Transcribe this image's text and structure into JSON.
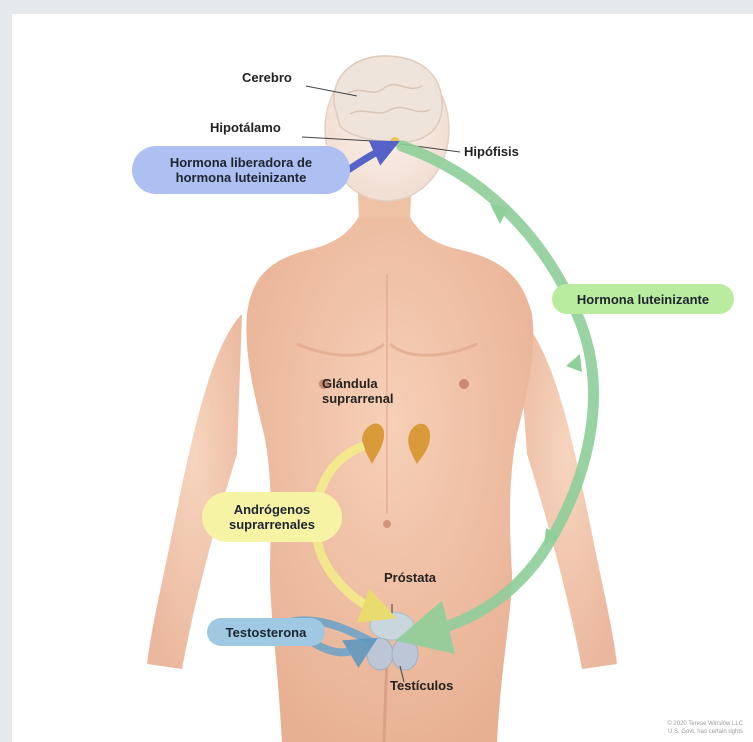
{
  "labels": {
    "brain": "Cerebro",
    "hypothalamus": "Hipotálamo",
    "pituitary": "Hipófisis",
    "lhrh_line1": "Hormona liberadora de",
    "lhrh_line2": "hormona luteinizante",
    "lh": "Hormona luteinizante",
    "adrenal_line1": "Glándula",
    "adrenal_line2": "suprarrenal",
    "adrenal_androgens_line1": "Andrógenos",
    "adrenal_androgens_line2": "suprarrenales",
    "prostate": "Próstata",
    "testosterone": "Testosterona",
    "testicles": "Testículos"
  },
  "copyright": {
    "line1": "© 2020 Terese Winslow LLC",
    "line2": "U.S. Govt. has certain rights"
  },
  "colors": {
    "skin": "#f2c3a6",
    "skin_shadow": "#e3a98a",
    "lhrh_pill": "#aebff2",
    "lhrh_arrow": "#5563c9",
    "lh_pill": "#b9ec9e",
    "lh_arrow": "#8fcf9a",
    "androgen_pill": "#f7f3a5",
    "androgen_arrow": "#f3ea8c",
    "testosterone_pill": "#9fc9e3",
    "testosterone_arrow": "#6fa3c6",
    "adrenal": "#d99a3a",
    "brain": "#e9dfd6"
  }
}
